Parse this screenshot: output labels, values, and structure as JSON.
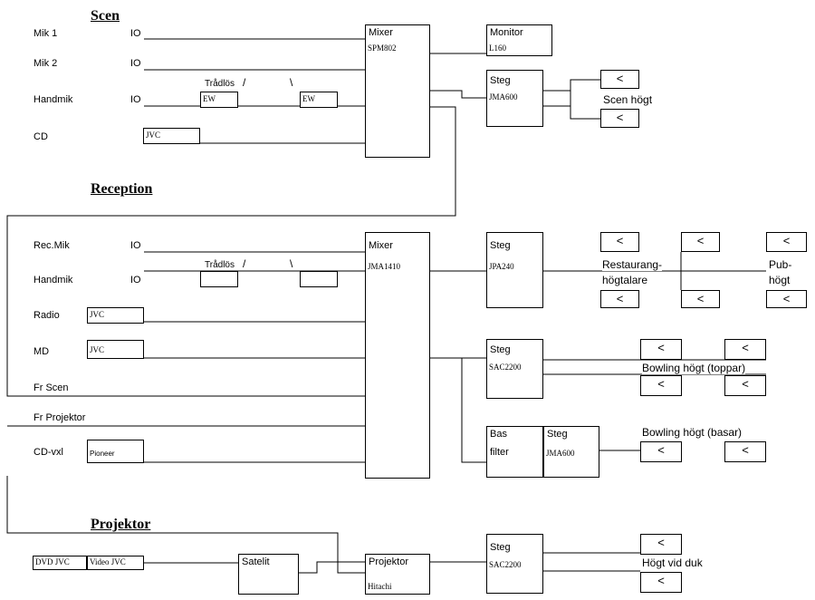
{
  "sections": {
    "scen": "Scen",
    "reception": "Reception",
    "projektor": "Projektor"
  },
  "sources": {
    "mik1": "Mik 1",
    "mik2": "Mik 2",
    "handmik": "Handmik",
    "cd": "CD",
    "rec_mik": "Rec.Mik",
    "handmik2": "Handmik",
    "radio": "Radio",
    "md": "MD",
    "fr_scen": "Fr Scen",
    "fr_projektor": "Fr Projektor",
    "cd_vxl": "CD-vxl"
  },
  "io": "IO",
  "wireless": {
    "label": "Trådlös",
    "ew": "EW"
  },
  "jvc": "JVC",
  "pioneer": "Pioneer",
  "devices": {
    "mixer_label": "Mixer",
    "mixer1_model": "SPM802",
    "mixer2_model": "JMA1410",
    "monitor_label": "Monitor",
    "monitor_model": "L160",
    "steg_label": "Steg",
    "steg1_model": "JMA600",
    "steg2_model": "JPA240",
    "steg3_model": "SAC2200",
    "bas_label1": "Bas",
    "bas_label2": "filter",
    "steg4_model": "JMA600",
    "steg5_model": "SAC2200",
    "dvd_jvc": "DVD JVC",
    "video_jvc": "Video JVC",
    "satelit": "Satelit",
    "projektor_label": "Projektor",
    "projektor_model": "Hitachi"
  },
  "speaker_symbol": "<",
  "speaker_labels": {
    "scen_hogt": "Scen högt",
    "restaurang_1": "Restaurang-",
    "restaurang_2": "högtalare",
    "pub_1": "Pub-",
    "pub_2": "högt",
    "bowling_toppar": "Bowling högt (toppar)",
    "bowling_basar": "Bowling högt (basar)",
    "hogt_vid_duk": "Högt vid duk"
  }
}
